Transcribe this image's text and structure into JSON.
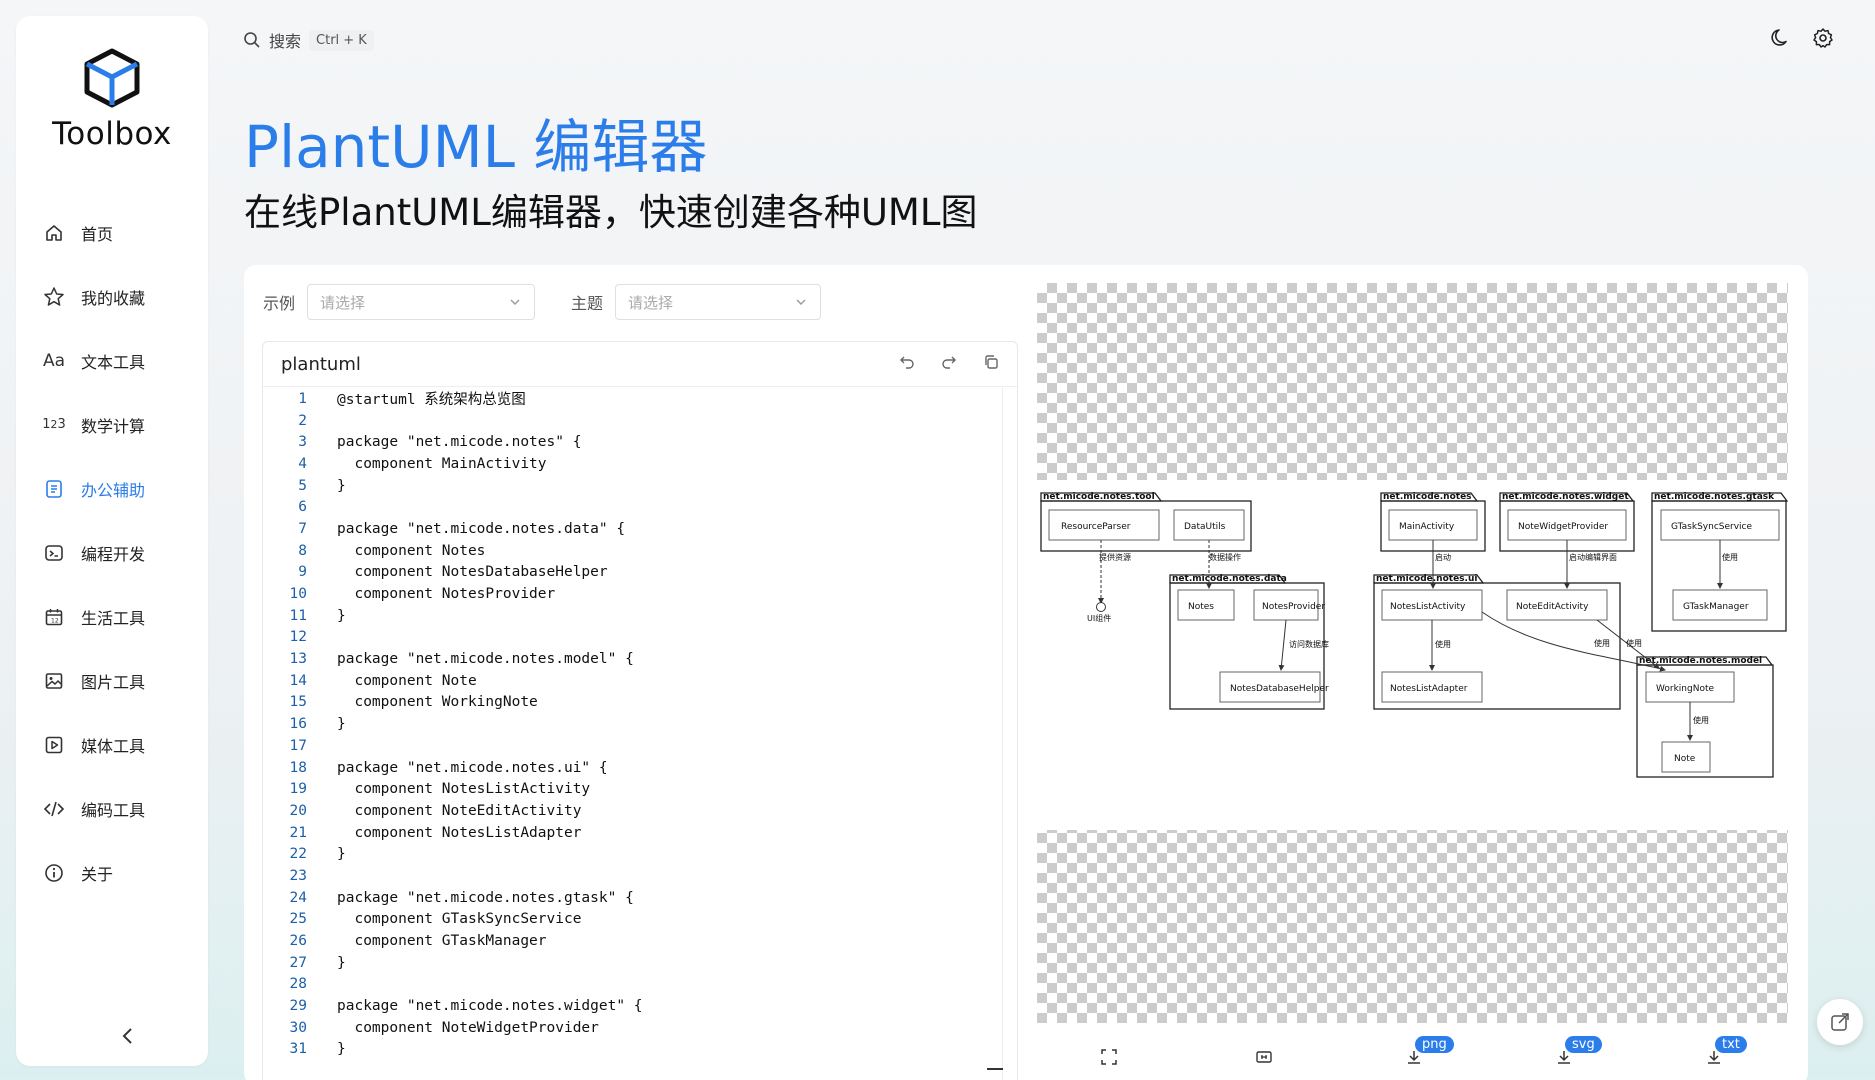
{
  "sidebar": {
    "brand": "Toolbox",
    "items": [
      {
        "label": "首页",
        "icon": "home-icon"
      },
      {
        "label": "我的收藏",
        "icon": "star-icon"
      },
      {
        "label": "文本工具",
        "icon": "text-icon"
      },
      {
        "label": "数学计算",
        "icon": "math-icon"
      },
      {
        "label": "办公辅助",
        "icon": "document-icon",
        "active": true
      },
      {
        "label": "编程开发",
        "icon": "terminal-icon"
      },
      {
        "label": "生活工具",
        "icon": "calendar-icon"
      },
      {
        "label": "图片工具",
        "icon": "image-icon"
      },
      {
        "label": "媒体工具",
        "icon": "play-icon"
      },
      {
        "label": "编码工具",
        "icon": "code-icon"
      },
      {
        "label": "关于",
        "icon": "info-icon"
      }
    ]
  },
  "topbar": {
    "search_label": "搜索",
    "shortcut": "Ctrl + K"
  },
  "page": {
    "title": "PlantUML 编辑器",
    "subtitle": "在线PlantUML编辑器，快速创建各种UML图"
  },
  "controls": {
    "example_label": "示例",
    "example_placeholder": "请选择",
    "theme_label": "主题",
    "theme_placeholder": "请选择"
  },
  "editor": {
    "title": "plantuml",
    "lines": [
      "@startuml 系统架构总览图",
      "",
      "package \"net.micode.notes\" {",
      "  component MainActivity",
      "}",
      "",
      "package \"net.micode.notes.data\" {",
      "  component Notes",
      "  component NotesDatabaseHelper",
      "  component NotesProvider",
      "}",
      "",
      "package \"net.micode.notes.model\" {",
      "  component Note",
      "  component WorkingNote",
      "}",
      "",
      "package \"net.micode.notes.ui\" {",
      "  component NotesListActivity",
      "  component NoteEditActivity",
      "  component NotesListAdapter",
      "}",
      "",
      "package \"net.micode.notes.gtask\" {",
      "  component GTaskSyncService",
      "  component GTaskManager",
      "}",
      "",
      "package \"net.micode.notes.widget\" {",
      "  component NoteWidgetProvider",
      "}"
    ]
  },
  "diagram": {
    "packages": [
      {
        "name": "net.micode.notes.tool",
        "components": [
          "ResourceParser",
          "DataUtils"
        ]
      },
      {
        "name": "net.micode.notes",
        "components": [
          "MainActivity"
        ]
      },
      {
        "name": "net.micode.notes.widget",
        "components": [
          "NoteWidgetProvider"
        ]
      },
      {
        "name": "net.micode.notes.gtask",
        "components": [
          "GTaskSyncService",
          "GTaskManager"
        ]
      },
      {
        "name": "net.micode.notes.data",
        "components": [
          "Notes",
          "NotesProvider",
          "NotesDatabaseHelper"
        ]
      },
      {
        "name": "net.micode.notes.ui",
        "components": [
          "NotesListActivity",
          "NoteEditActivity",
          "NotesListAdapter"
        ]
      },
      {
        "name": "net.micode.notes.model",
        "components": [
          "WorkingNote",
          "Note"
        ]
      }
    ],
    "edge_labels": [
      "提供资源",
      "数据操作",
      "启动",
      "启动编辑界面",
      "使用",
      "访问数据库",
      "使用",
      "使用",
      "使用",
      "使用"
    ],
    "interface_label": "UI组件"
  },
  "preview_tools": {
    "png": "png",
    "svg": "svg",
    "txt": "txt"
  },
  "colors": {
    "accent": "#2b7de9"
  }
}
